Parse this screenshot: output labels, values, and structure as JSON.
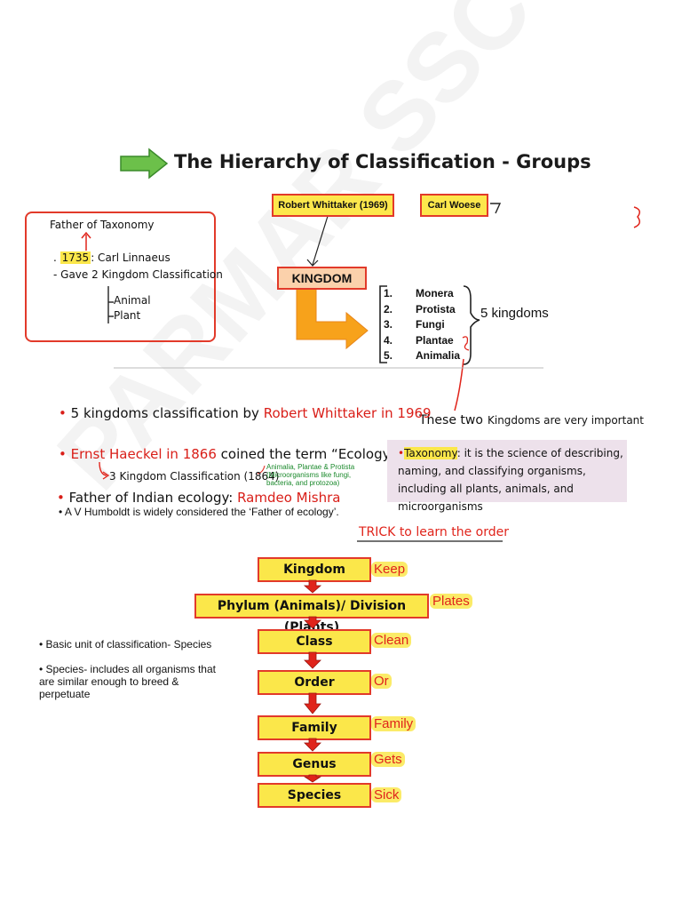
{
  "title": "The Hierarchy of Classification - Groups",
  "watermark": "PARMAR SSC",
  "top_boxes": {
    "whittaker": "Robert Whittaker (1969)",
    "woese": "Carl Woese",
    "kingdom": "KINGDOM"
  },
  "taxonomy_box": {
    "heading": "Father of Taxonomy",
    "year": "1735",
    "name": ": Carl Linnaeus",
    "gave": "Gave 2 Kingdom Classification",
    "items": [
      "Animal",
      "Plant"
    ]
  },
  "five_kingdoms": {
    "numbers": [
      "1.",
      "2.",
      "3.",
      "4.",
      "5."
    ],
    "names": [
      "Monera",
      "Protista",
      "Fungi",
      "Plantae",
      "Animalia"
    ],
    "label": "5 kingdoms",
    "important_prefix": "These two",
    "important_text": "Kingdoms are very important"
  },
  "bullets": {
    "b1_prefix": "5 kingdoms classification by",
    "b1_red": "Robert Whittaker in 1969",
    "b2_red": "Ernst Haeckel in 1866",
    "b2_rest": "coined the term “Ecology”",
    "b2_sub": "3 Kingdom Classification (1864)",
    "b2_green": "Animalia, Plantae & Protista (Microorganisms like fungi, bacteria, and protozoa)",
    "b3_prefix": "Father of Indian ecology:",
    "b3_red": "Ramdeo Mishra",
    "b4": "• A V Humboldt is widely considered the ‘Father of ecology’."
  },
  "taxonomy_def": {
    "term": "Taxonomy",
    "text": ": it is the science of describing, naming, and classifying organisms, including all plants, animals, and microorganisms"
  },
  "trick_label": "TRICK to learn the order",
  "hierarchy": [
    {
      "rank": "Kingdom",
      "word": "Keep"
    },
    {
      "rank": "Phylum (Animals)/ Division (Plants)",
      "word": "Plates"
    },
    {
      "rank": "Class",
      "word": "Clean"
    },
    {
      "rank": "Order",
      "word": "Or"
    },
    {
      "rank": "Family",
      "word": "Family"
    },
    {
      "rank": "Genus",
      "word": "Gets"
    },
    {
      "rank": "Species",
      "word": "Sick"
    }
  ],
  "side_notes": {
    "note1": "• Basic unit of classification- Species",
    "note2": "• Species- includes all organisms that are similar enough to breed & perpetuate"
  },
  "colors": {
    "accent_red": "#e0241b",
    "highlight": "#fbe74a",
    "arrow_green": "#6cc04a",
    "arrow_orange": "#f7a21b"
  }
}
